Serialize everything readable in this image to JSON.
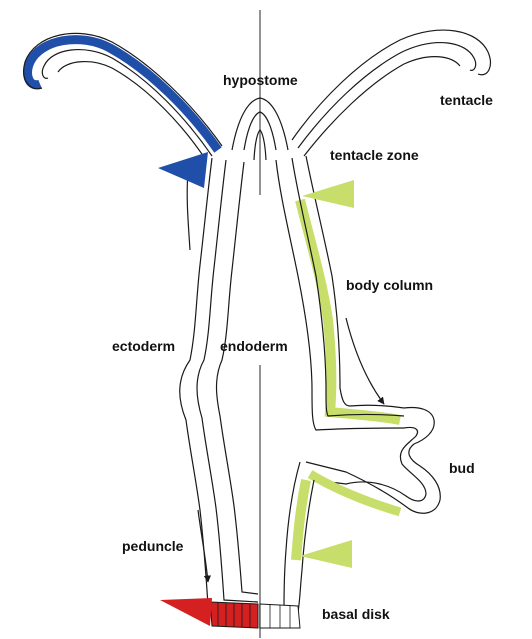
{
  "labels": {
    "hypostome": "hypostome",
    "tentacle": "tentacle",
    "tentacle_zone": "tentacle zone",
    "body_column": "body column",
    "ectoderm": "ectoderm",
    "endoderm": "endoderm",
    "bud": "bud",
    "peduncle": "peduncle",
    "basal_disk": "basal disk"
  },
  "colors": {
    "outline": "#1a1a1a",
    "tentacle_highlight": "#1f4fa8",
    "body_column_highlight": "#c8de6a",
    "basal_disk_highlight": "#d42020",
    "axis_line": "#777777",
    "background": "#ffffff"
  },
  "markers": [
    {
      "name": "blue-arrowhead",
      "color": "tentacle_highlight",
      "direction": "right"
    },
    {
      "name": "green-arrowhead-upper",
      "color": "body_column_highlight",
      "direction": "left"
    },
    {
      "name": "green-arrowhead-lower",
      "color": "body_column_highlight",
      "direction": "left"
    },
    {
      "name": "red-arrowhead",
      "color": "basal_disk_highlight",
      "direction": "right"
    }
  ]
}
